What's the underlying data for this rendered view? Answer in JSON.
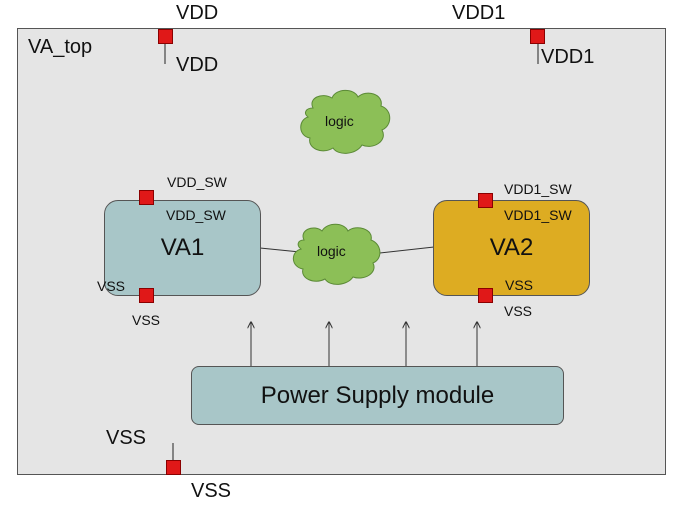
{
  "diagram": {
    "top_block": {
      "label": "VA_top"
    },
    "pins": {
      "vdd_outer": "VDD",
      "vdd_inner": "VDD",
      "vdd1_outer": "VDD1",
      "vdd1_inner": "VDD1",
      "vss_top_inner": "VSS",
      "vss_top_outer": "VSS"
    },
    "va1": {
      "label": "VA1",
      "pin_sw_outer": "VDD_SW",
      "pin_sw_inner": "VDD_SW",
      "pin_vss_inner": "VSS",
      "pin_vss_outer": "VSS"
    },
    "va2": {
      "label": "VA2",
      "pin_sw_outer": "VDD1_SW",
      "pin_sw_inner": "VDD1_SW",
      "pin_vss_inner": "VSS",
      "pin_vss_outer": "VSS"
    },
    "logic_top": "logic",
    "logic_mid": "logic",
    "power_module": "Power Supply module"
  },
  "colors": {
    "background": "#e5e5e5",
    "pad": "#e01818",
    "logic": "#8cbf57",
    "va1": "#a8c6c8",
    "va2": "#ddac22",
    "power": "#a8c6c8"
  }
}
